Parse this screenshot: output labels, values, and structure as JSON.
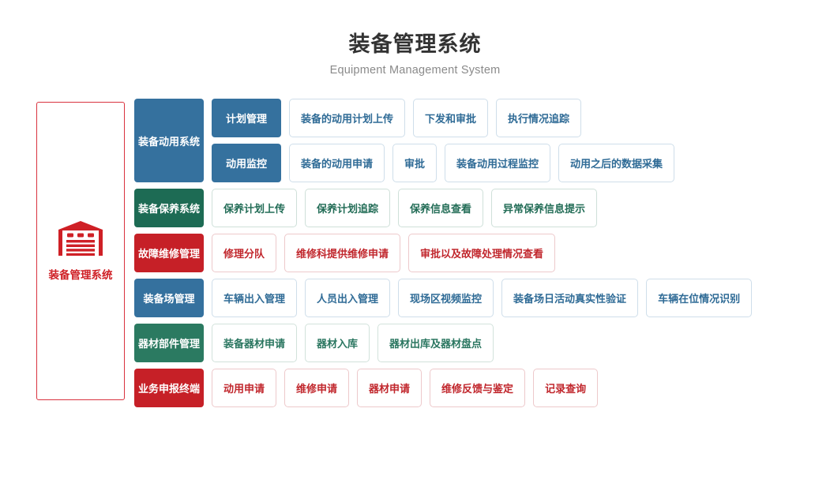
{
  "header": {
    "title": "装备管理系统",
    "subtitle": "Equipment Management System"
  },
  "root": {
    "icon": "warehouse-icon",
    "label": "装备管理系统",
    "border_color": "#d9333f",
    "text_color": "#cf2026"
  },
  "colors": {
    "blue": "#35719e",
    "green": "#1d6b54",
    "green_light": "#2b7a61",
    "red": "#c62027",
    "title": "#333333",
    "subtitle": "#8a8a8a"
  },
  "rows": [
    {
      "category": "装备动用系统",
      "theme": "blue",
      "subrows": [
        {
          "subcategory": "计划管理",
          "items": [
            "装备的动用计划上传",
            "下发和审批",
            "执行情况追踪"
          ]
        },
        {
          "subcategory": "动用监控",
          "items": [
            "装备的动用申请",
            "审批",
            "装备动用过程监控",
            "动用之后的数据采集"
          ]
        }
      ]
    },
    {
      "category": "装备保养系统",
      "theme": "green",
      "subrows": [
        {
          "subcategory": null,
          "items": [
            "保养计划上传",
            "保养计划追踪",
            "保养信息查看",
            "异常保养信息提示"
          ]
        }
      ]
    },
    {
      "category": "故障维修管理",
      "theme": "red",
      "subrows": [
        {
          "subcategory": null,
          "items": [
            "修理分队",
            "维修科提供维修申请",
            "审批以及故障处理情况查看"
          ]
        }
      ]
    },
    {
      "category": "装备场管理",
      "theme": "blue",
      "subrows": [
        {
          "subcategory": null,
          "items": [
            "车辆出入管理",
            "人员出入管理",
            "现场区视频监控",
            "装备场日活动真实性验证",
            "车辆在位情况识别"
          ]
        }
      ]
    },
    {
      "category": "器材部件管理",
      "theme": "green2",
      "subrows": [
        {
          "subcategory": null,
          "items": [
            "装备器材申请",
            "器材入库",
            "器材出库及器材盘点"
          ]
        }
      ]
    },
    {
      "category": "业务申报终端",
      "theme": "red",
      "subrows": [
        {
          "subcategory": null,
          "items": [
            "动用申请",
            "维修申请",
            "器材申请",
            "维修反馈与鉴定",
            "记录查询"
          ]
        }
      ]
    }
  ]
}
